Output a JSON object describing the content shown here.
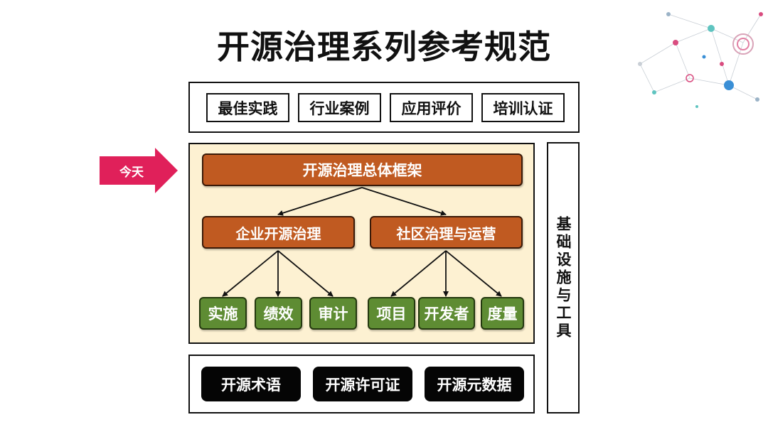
{
  "title": "开源治理系列参考规范",
  "top_row": [
    "最佳实践",
    "行业案例",
    "应用评价",
    "培训认证"
  ],
  "today_arrow": {
    "label": "今天",
    "color": "#e0205a"
  },
  "framework": {
    "root": "开源治理总体框架",
    "branches": [
      {
        "label": "企业开源治理",
        "children": [
          "实施",
          "绩效",
          "审计"
        ]
      },
      {
        "label": "社区治理与运营",
        "children": [
          "项目",
          "开发者",
          "度量"
        ]
      }
    ]
  },
  "bottom_row": [
    "开源术语",
    "开源许可证",
    "开源元数据"
  ],
  "infrastructure_label": "基础设施与工具",
  "colors": {
    "framework_bg": "#fdf1d2",
    "orange": "#c05a21",
    "green": "#5e8c33",
    "black": "#050505"
  }
}
